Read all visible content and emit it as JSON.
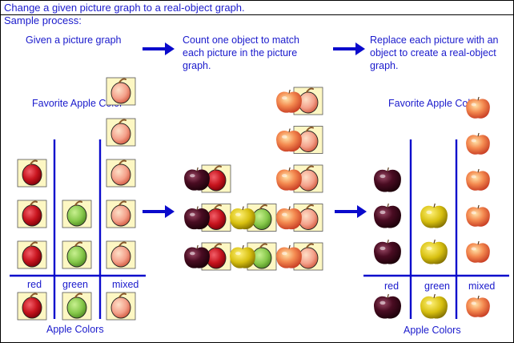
{
  "header": {
    "title": "Change a given picture graph to a real-object graph."
  },
  "subtitle": "Sample process:",
  "steps": [
    {
      "text": "Given a picture graph"
    },
    {
      "text": "Count one object to match each picture in the picture graph."
    },
    {
      "text": "Replace each picture with an object to create a real-object graph."
    }
  ],
  "left_graph": {
    "title": "Favorite Apple Color",
    "xlabel": "Apple Colors",
    "categories": [
      "red",
      "green",
      "mixed"
    ],
    "counts": [
      3,
      2,
      5
    ]
  },
  "right_graph": {
    "title": "Favorite Apple Color",
    "xlabel": "Apple Colors",
    "categories": [
      "red",
      "green",
      "mixed"
    ],
    "counts": [
      3,
      2,
      5
    ]
  },
  "colors": {
    "text": "#1a1acc",
    "axis": "#0a0acc",
    "arrow": "#0a0acc",
    "card": "#fdf7c3",
    "red_apple": "#c8141e",
    "green_apple": "#86c84a",
    "mixed_apple": "#f08b6e",
    "dark_apple": "#3a0a18",
    "yellow_apple": "#d8c010"
  }
}
